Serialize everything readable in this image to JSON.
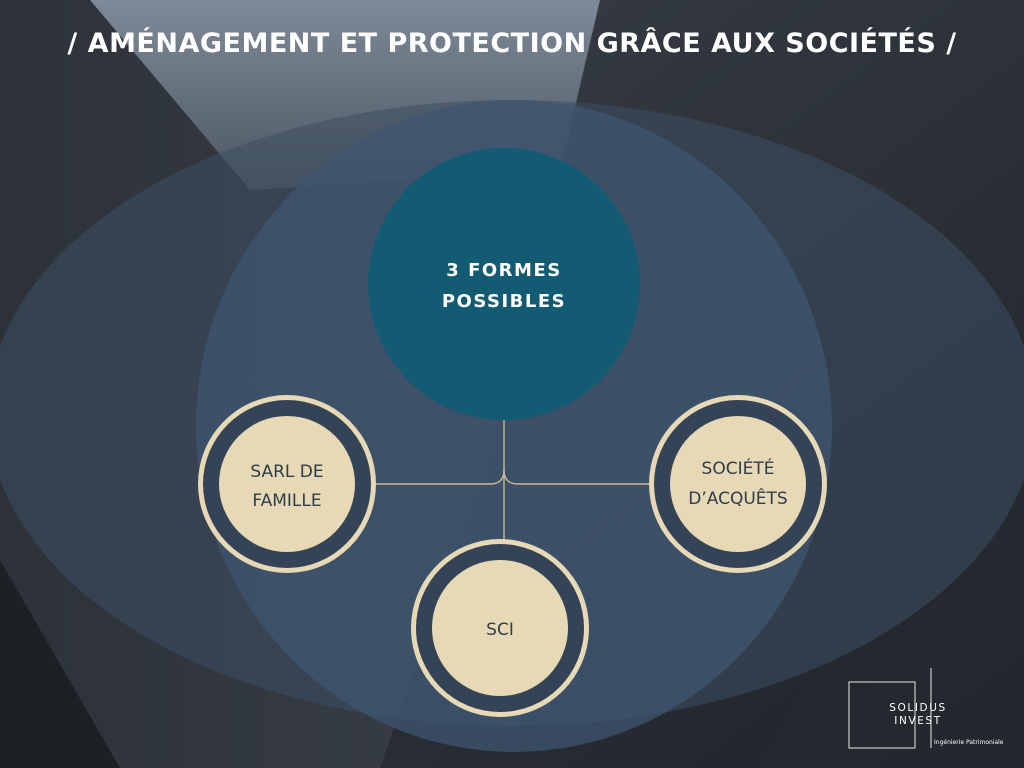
{
  "title": "/ AMÉNAGEMENT ET PROTECTION GRÂCE AUX SOCIÉTÉS /",
  "center": {
    "line1": "3 FORMES",
    "line2": "POSSIBLES"
  },
  "nodes": {
    "left": {
      "line1": "SARL DE",
      "line2": "FAMILLE"
    },
    "bottom": {
      "line1": "SCI"
    },
    "right": {
      "line1": "SOCIÉTÉ",
      "line2": "D’ACQUÊTS"
    }
  },
  "logo": {
    "name_line1": "SOLIDUS",
    "name_line2": "INVEST",
    "tagline": "Ingénierie Patrimoniale"
  },
  "colors": {
    "center_circle": "#135b72",
    "node_fill": "#e7d8b6",
    "node_ring": "#344456",
    "connector": "#c9b896"
  }
}
